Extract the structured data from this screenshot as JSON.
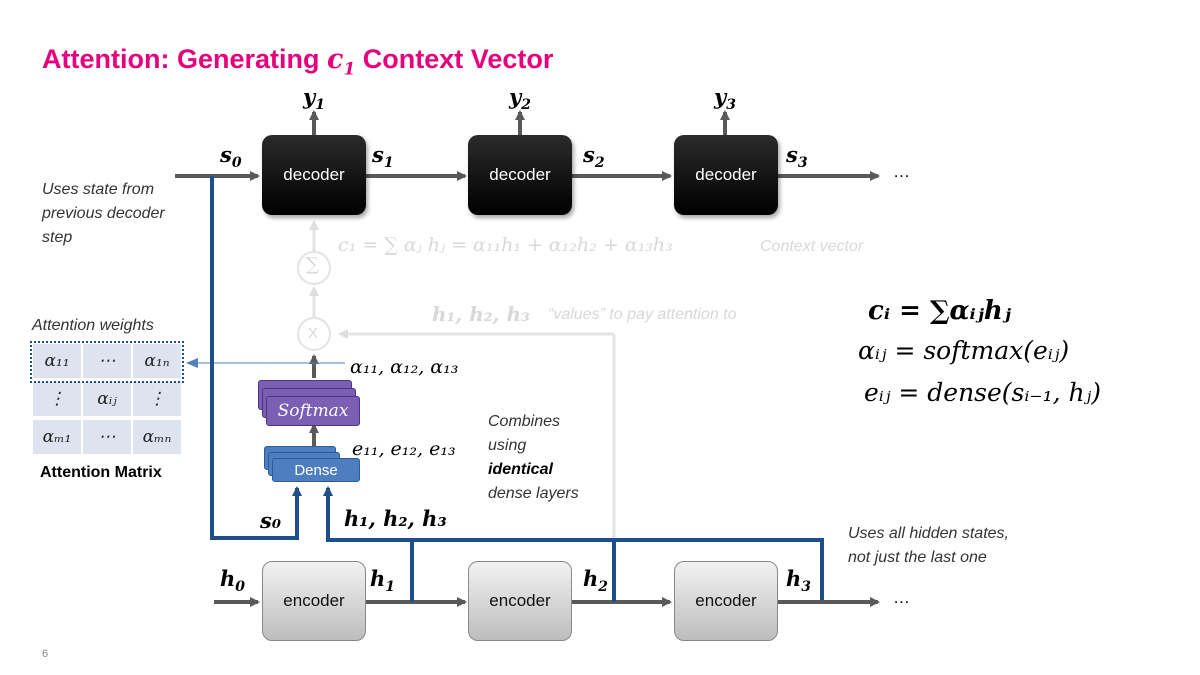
{
  "title": {
    "prefix": "Attention: Generating ",
    "math": "c",
    "sub": "1",
    "suffix": " Context Vector"
  },
  "decoders": [
    "decoder",
    "decoder",
    "decoder"
  ],
  "encoders": [
    "encoder",
    "encoder",
    "encoder"
  ],
  "outputs": [
    "y",
    "y",
    "y"
  ],
  "output_subs": [
    "1",
    "2",
    "3"
  ],
  "states": {
    "s0": "s",
    "s0_sub": "0",
    "s1_sub": "1",
    "s2_sub": "2",
    "s3_sub": "3",
    "letter": "s"
  },
  "hidden": {
    "letter": "h",
    "h0_sub": "0",
    "h1_sub": "1",
    "h2_sub": "2",
    "h3_sub": "3"
  },
  "ellipsis": "…",
  "notes": {
    "prev_state": [
      "Uses state from",
      "previous decoder",
      "step"
    ],
    "all_hidden": [
      "Uses all hidden states,",
      "not just the last one"
    ],
    "combines": [
      "Combines",
      "using",
      "identical",
      "dense layers"
    ]
  },
  "attention": {
    "weights_label": "Attention weights",
    "matrix_label": "Attention Matrix",
    "cells": [
      "α₁₁",
      "⋯",
      "α₁ₙ",
      "⋮",
      "αᵢⱼ",
      "⋮",
      "αₘ₁",
      "⋯",
      "αₘₙ"
    ],
    "alpha_list": "α₁₁, α₁₂, α₁₃",
    "e_list": "e₁₁, e₁₂, e₁₃",
    "softmax_label": "Softmax",
    "dense_label": "Dense",
    "s0_input": "s₀",
    "h_inputs": "h₁, h₂, h₃"
  },
  "faded": {
    "context_formula": "c₁ =  ∑ αⱼ hⱼ = α₁₁h₁ + α₁₂h₂ + α₁₃h₃",
    "context_label": "Context vector",
    "values_formula": "h₁, h₂, h₃",
    "values_label": "“values” to pay attention to",
    "sum_symbol": "∑",
    "times_symbol": "X"
  },
  "equations": [
    "cᵢ = ∑αᵢⱼhⱼ",
    "αᵢⱼ = softmax(eᵢⱼ)",
    "eᵢⱼ = dense(sᵢ₋₁, hⱼ)"
  ],
  "page_number": "6",
  "colors": {
    "title": "#e6007e",
    "navy": "#1f4e8c",
    "arrow": "#595959",
    "faded": "#d9d9d9",
    "matrix_cell": "#dde3ef"
  }
}
